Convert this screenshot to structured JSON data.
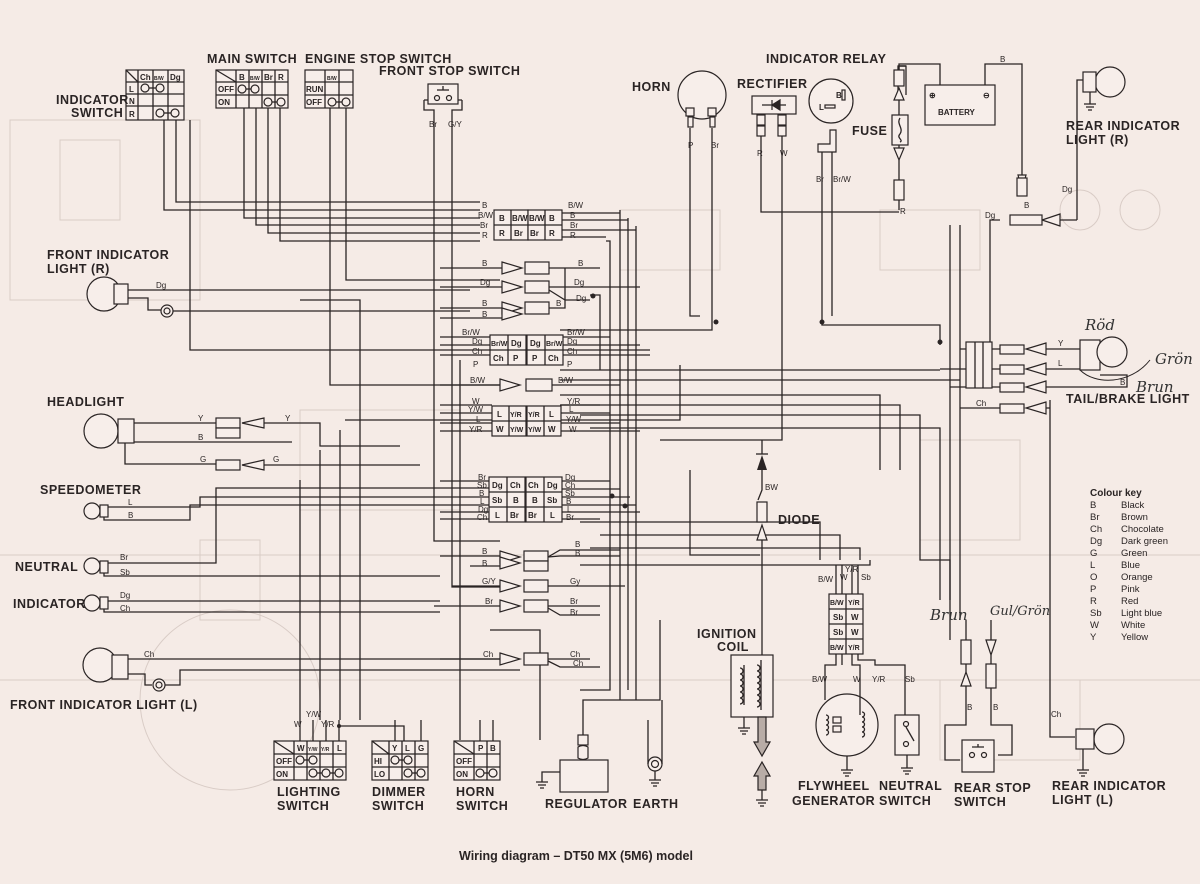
{
  "caption": "Wiring diagram – DT50 MX (5M6) model",
  "components": {
    "indicator_switch": {
      "label1": "INDICATOR",
      "label2": "SWITCH",
      "cols": [
        "Ch",
        "B/W",
        "Dg"
      ],
      "rows": [
        "L",
        "N",
        "R"
      ]
    },
    "main_switch": {
      "label": "MAIN SWITCH",
      "cols": [
        "B",
        "B/W",
        "Br",
        "R"
      ],
      "rows": [
        "OFF",
        "ON"
      ]
    },
    "engine_stop_switch": {
      "label": "ENGINE STOP SWITCH",
      "cols": [
        "B/W"
      ],
      "rows": [
        "RUN",
        "OFF"
      ]
    },
    "front_stop_switch": {
      "label": "FRONT STOP SWITCH",
      "wires": [
        "Br",
        "G/Y"
      ]
    },
    "horn": {
      "label": "HORN",
      "wires": [
        "P",
        "Br"
      ]
    },
    "rectifier": {
      "label": "RECTIFIER",
      "wires": [
        "R",
        "W"
      ]
    },
    "indicator_relay": {
      "label": "INDICATOR RELAY",
      "terminals": [
        "B",
        "L"
      ],
      "wires": [
        "Br",
        "Br/W"
      ]
    },
    "fuse": {
      "label": "FUSE",
      "wire": "R"
    },
    "battery": {
      "label": "BATTERY",
      "wire": "B"
    },
    "rear_indicator_r": {
      "label1": "REAR INDICATOR",
      "label2": "LIGHT (R)",
      "wires": [
        "B",
        "Dg"
      ]
    },
    "front_indicator_r": {
      "label1": "FRONT INDICATOR",
      "label2": "LIGHT (R)",
      "wire": "Dg"
    },
    "headlight": {
      "label": "HEADLIGHT",
      "wires": [
        "Y",
        "B",
        "G"
      ]
    },
    "speedometer": {
      "label": "SPEEDOMETER",
      "wires": [
        "L",
        "B"
      ]
    },
    "neutral": {
      "label": "NEUTRAL",
      "wires": [
        "Br",
        "Sb"
      ]
    },
    "indicator": {
      "label": "INDICATOR",
      "wires": [
        "Dg",
        "Ch"
      ]
    },
    "front_indicator_l": {
      "label": "FRONT INDICATOR LIGHT (L)",
      "wire": "Ch"
    },
    "lighting_switch": {
      "label1": "LIGHTING",
      "label2": "SWITCH",
      "cols": [
        "W",
        "Y/W",
        "Y/R",
        "L"
      ],
      "rows": [
        "OFF",
        "ON"
      ],
      "wires": [
        "W",
        "Y/W",
        "Y/R"
      ]
    },
    "dimmer_switch": {
      "label1": "DIMMER",
      "label2": "SWITCH",
      "cols": [
        "Y",
        "L",
        "G"
      ],
      "rows": [
        "HI",
        "LO"
      ]
    },
    "horn_switch": {
      "label1": "HORN",
      "label2": "SWITCH",
      "cols": [
        "P",
        "B"
      ],
      "rows": [
        "OFF",
        "ON"
      ]
    },
    "regulator": {
      "label": "REGULATOR",
      "earth": "EARTH"
    },
    "ignition_coil": {
      "label1": "IGNITION",
      "label2": "COIL"
    },
    "diode": {
      "label": "DIODE",
      "wire": "BW"
    },
    "flywheel_generator": {
      "label1": "FLYWHEEL",
      "label2": "GENERATOR",
      "connector": [
        "B/W",
        "Y/R",
        "Sb",
        "W",
        "Sb",
        "W",
        "B/W",
        "Y/R"
      ],
      "wires": [
        "B/W",
        "W",
        "Y/R",
        "Sb"
      ]
    },
    "neutral_switch": {
      "label1": "NEUTRAL",
      "label2": "SWITCH"
    },
    "rear_stop_switch": {
      "label1": "REAR STOP",
      "label2": "SWITCH",
      "wires": [
        "B",
        "B"
      ]
    },
    "rear_indicator_l": {
      "label1": "REAR INDICATOR",
      "label2": "LIGHT (L)",
      "wire": "Ch"
    },
    "tail_brake_light": {
      "label": "TAIL/BRAKE LIGHT",
      "wires": [
        "Y",
        "L",
        "B",
        "Ch"
      ]
    }
  },
  "connectors": {
    "c1": {
      "left": [
        "B",
        "B/W",
        "Br",
        "R"
      ],
      "cells": [
        "B",
        "B/W",
        "B/W",
        "B",
        "R",
        "Br",
        "Br",
        "R"
      ],
      "right": [
        "B/W",
        "B",
        "Br",
        "R"
      ]
    },
    "c2": {
      "left": [
        "B",
        "Dg",
        "B",
        "B"
      ],
      "right": [
        "B",
        "Dg",
        "Dg",
        "B"
      ]
    },
    "c3": {
      "left": [
        "Br/W",
        "Dg",
        "Ch",
        "P"
      ],
      "cells": [
        "Br/W",
        "Dg",
        "Dg",
        "Br/W",
        "Ch",
        "P",
        "P",
        "Ch"
      ],
      "right": [
        "Br/W",
        "Dg",
        "Ch",
        "P"
      ]
    },
    "c4": {
      "left": "B/W",
      "right": "B/W"
    },
    "c5": {
      "left": [
        "W",
        "Y/W",
        "L",
        "Y/R"
      ],
      "cells": [
        "L",
        "Y/R",
        "Y/R",
        "L",
        "W",
        "Y/W",
        "Y/W",
        "W"
      ],
      "right": [
        "Y/R",
        "L",
        "Y/W",
        "W"
      ]
    },
    "c6": {
      "left": [
        "Br",
        "Sb",
        "B",
        "L",
        "Dg",
        "Ch"
      ],
      "cells": [
        "Dg",
        "Ch",
        "Ch",
        "Dg",
        "Sb",
        "B",
        "B",
        "Sb",
        "L",
        "Br",
        "Br",
        "L"
      ],
      "right": [
        "Dg",
        "Ch",
        "Sb",
        "B",
        "L",
        "Br"
      ]
    },
    "c7": {
      "left": [
        "B",
        "B"
      ],
      "right": [
        "B",
        "B"
      ]
    },
    "c8": {
      "left": "G/Y",
      "right": "Gy"
    },
    "c9": {
      "left": "Br",
      "right": [
        "Br",
        "Br"
      ]
    },
    "c10": {
      "left": "Ch",
      "right": [
        "Ch",
        "Ch"
      ]
    }
  },
  "handwritten": {
    "rod": "Röd",
    "gron": "Grön",
    "brun1": "Brun",
    "brun2": "Brun",
    "gulgron": "Gul/Grön"
  },
  "colour_key": {
    "title": "Colour key",
    "entries": [
      {
        "code": "B",
        "name": "Black"
      },
      {
        "code": "Br",
        "name": "Brown"
      },
      {
        "code": "Ch",
        "name": "Chocolate"
      },
      {
        "code": "Dg",
        "name": "Dark green"
      },
      {
        "code": "G",
        "name": "Green"
      },
      {
        "code": "L",
        "name": "Blue"
      },
      {
        "code": "O",
        "name": "Orange"
      },
      {
        "code": "P",
        "name": "Pink"
      },
      {
        "code": "R",
        "name": "Red"
      },
      {
        "code": "Sb",
        "name": "Light blue"
      },
      {
        "code": "W",
        "name": "White"
      },
      {
        "code": "Y",
        "name": "Yellow"
      }
    ]
  }
}
